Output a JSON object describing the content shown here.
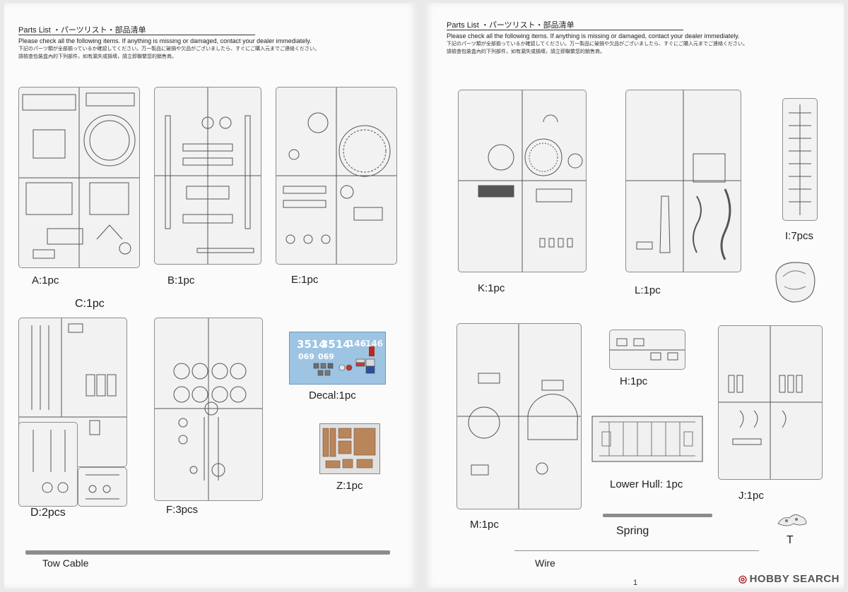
{
  "header_left": {
    "title": "Parts List ・パーツリスト・部品清单",
    "line1": "Please check all the following items. If anything is missing or damaged, contact your dealer immediately.",
    "line2": "下記のパーツ類が全部揃っているか確認してください。万一製品に破損や欠品がございましたら、すぐにご購入元までご連絡ください。",
    "line3": "請檢查包裝盒內的下列部件，如有漏失或損壞，請立即聯繫您的銷售商。"
  },
  "header_right": {
    "title": "Parts List ・パーツリスト・部品清单",
    "line1": "Please check all the following items. If anything is missing or damaged, contact your dealer immediately.",
    "line2": "下記のパーツ類が全部揃っているか確認してください。万一製品に破損や欠品がございましたら、すぐにご購入元までご連絡ください。",
    "line3": "請檢查包裝盒內的下列部件，如有漏失或損壞，請立即聯繫您的銷售商。"
  },
  "labels": {
    "a": "A:1pc",
    "b": "B:1pc",
    "e": "E:1pc",
    "c": "C:1pc",
    "decal": "Decal:1pc",
    "d": "D:2pcs",
    "f": "F:3pcs",
    "z": "Z:1pc",
    "tow_cable": "Tow Cable",
    "k": "K:1pc",
    "l": "L:1pc",
    "i": "I:7pcs",
    "h": "H:1pc",
    "lower_hull": "Lower Hull: 1pc",
    "j": "J:1pc",
    "m": "M:1pc",
    "spring": "Spring",
    "t": "T",
    "wire": "Wire"
  },
  "decal_markings": {
    "n1": "3514",
    "n2": "3514",
    "n3": "146",
    "n4": "146",
    "n5": "069",
    "n6": "069"
  },
  "page_number": "1",
  "watermark": {
    "mark": "◎",
    "text": "HOBBY SEARCH"
  },
  "colors": {
    "paper": "#fbfbfb",
    "sprue_outline": "#8e8e8e",
    "decal_background": "#9ec4e3",
    "watermark_mark": "#a61b24"
  }
}
